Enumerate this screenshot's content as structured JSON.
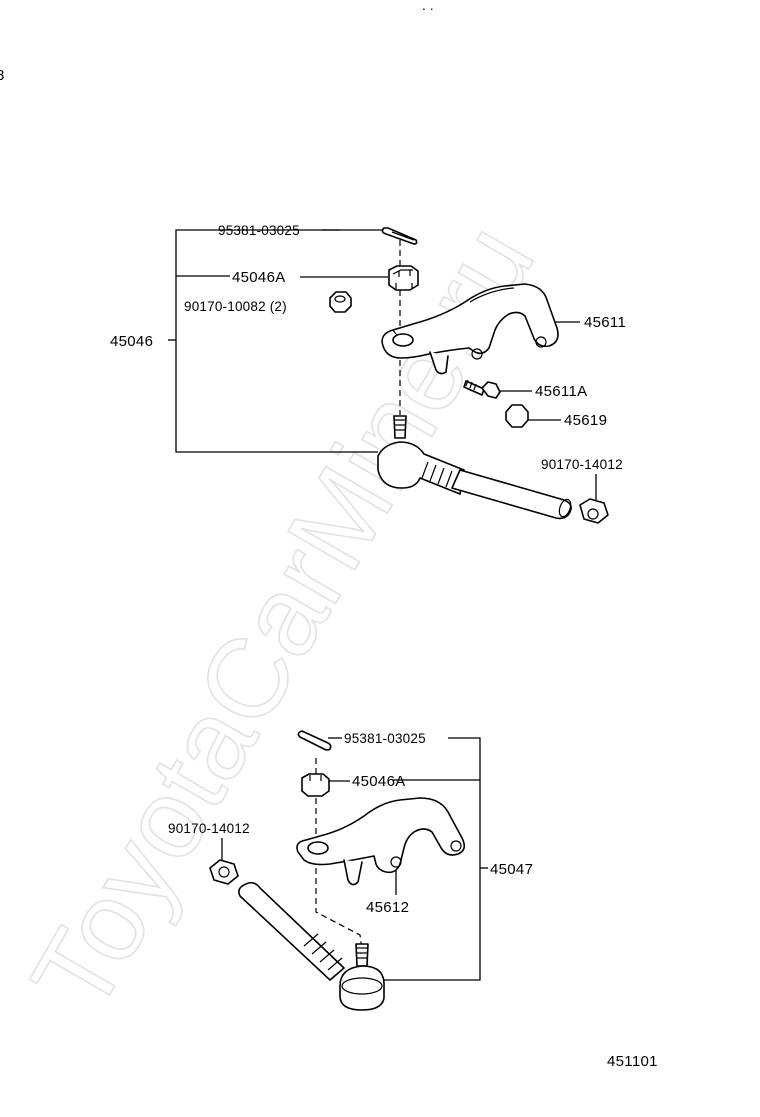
{
  "watermark": "ToyotaCarMine.ru",
  "page_code": "451101",
  "corner_mark": "8",
  "top_assembly": {
    "assembly_label": "45046",
    "labels": {
      "cotter_pin": "95381-03025",
      "castle_nut": "45046A",
      "nut_small": "90170-10082 (2)",
      "relay_arm": "45611",
      "bolt": "45611A",
      "bolt_nut": "45619",
      "rod_nut": "90170-14012"
    }
  },
  "bottom_assembly": {
    "assembly_label": "45047",
    "labels": {
      "cotter_pin": "95381-03025",
      "castle_nut": "45046A",
      "rod_nut": "90170-14012",
      "relay_arm": "45612"
    }
  }
}
